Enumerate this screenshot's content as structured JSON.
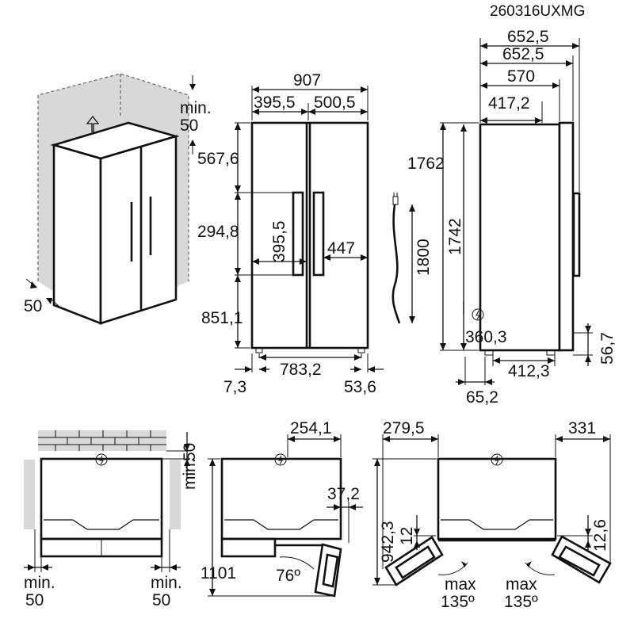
{
  "doc_code": "260316UXMG",
  "iso_view": {
    "min_label": "min.",
    "top_clear": "50",
    "side_clear": "50"
  },
  "front_view": {
    "total_width": "907",
    "left_door_width": "395,5",
    "right_door_width": "500,5",
    "upper_height": "567,6",
    "dispenser_height": "294,8",
    "lower_height": "851,1",
    "dispenser_width": "395,5",
    "right_inner_width": "447",
    "foot_span": "783,2",
    "left_offset": "7,3",
    "right_offset": "53,6"
  },
  "side_view": {
    "depth_1": "652,5",
    "depth_2": "652,5",
    "depth_3": "570",
    "depth_4": "417,2",
    "height_total": "1762",
    "height_cabinet": "1742",
    "cord_length": "1800",
    "plug_height": "360,3",
    "foot_height": "56,7",
    "foot_depth": "412,3",
    "rear_offset": "65,2"
  },
  "plan_1": {
    "min_label": "min.",
    "top_clear": "50",
    "left_clear": "50",
    "right_clear": "50"
  },
  "plan_2": {
    "door_depth": "254,1",
    "gap": "37,2",
    "total_depth": "1101",
    "angle": "76º"
  },
  "plan_3": {
    "left_door": "279,5",
    "right_door": "331",
    "swing_depth": "942,3",
    "left_offset": "12",
    "right_offset": "12,6",
    "max_label": "max",
    "max_angle": "135º"
  }
}
